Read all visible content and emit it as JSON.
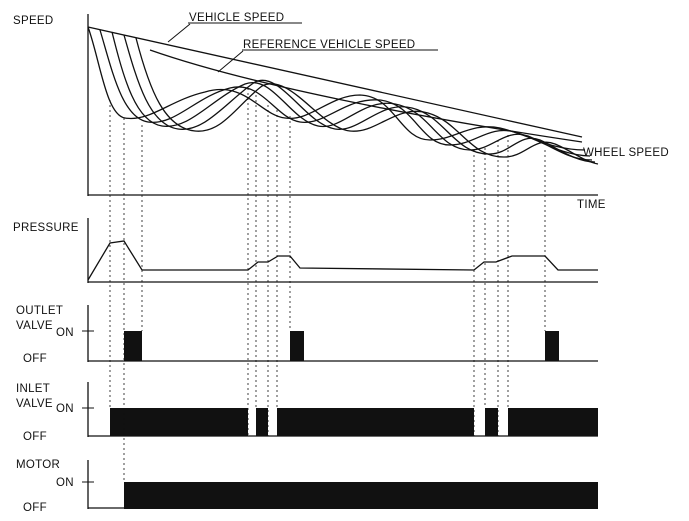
{
  "speed_panel": {
    "axis_label": "SPEED",
    "time_label": "TIME",
    "vehicle_speed_label": "VEHICLE SPEED",
    "reference_speed_label": "REFERENCE VEHICLE SPEED",
    "wheel_speed_label": "WHEEL SPEED"
  },
  "pressure_panel": {
    "label": "PRESSURE"
  },
  "outlet_panel": {
    "label_line1": "OUTLET",
    "label_line2": "VALVE",
    "on": "ON",
    "off": "OFF"
  },
  "inlet_panel": {
    "label_line1": "INLET",
    "label_line2": "VALVE",
    "on": "ON",
    "off": "OFF"
  },
  "motor_panel": {
    "label": "MOTOR",
    "on": "ON",
    "off": "OFF"
  },
  "colors": {
    "ink": "#111111",
    "background": "#ffffff"
  }
}
